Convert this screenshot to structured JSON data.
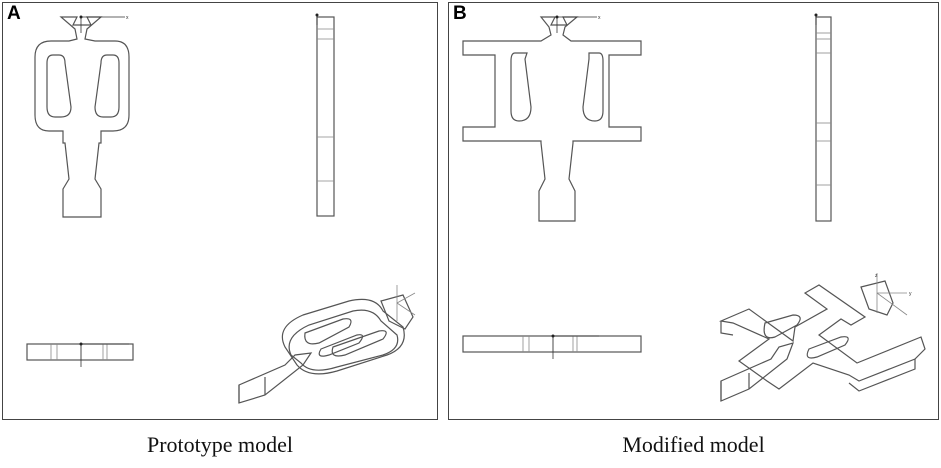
{
  "panels": [
    {
      "label": "A",
      "caption": "Prototype model"
    },
    {
      "label": "B",
      "caption": "Modified model"
    }
  ],
  "axis_letters": {
    "x": "x",
    "y": "y",
    "z": "z"
  }
}
